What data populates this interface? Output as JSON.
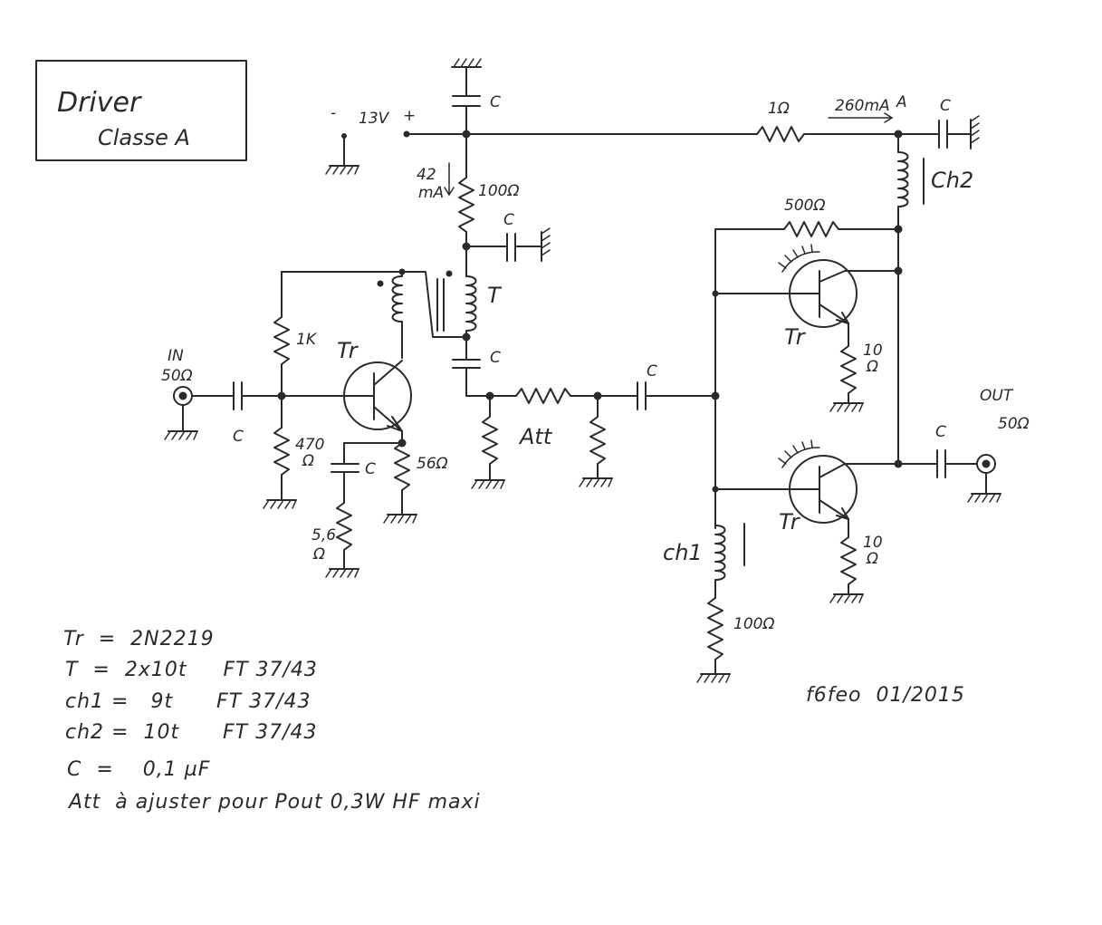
{
  "title": {
    "line1": "Driver",
    "line2": "Classe A"
  },
  "supply": {
    "minus": "-",
    "voltage": "13V",
    "plus": "+"
  },
  "labels": {
    "current_42": "42",
    "current_42_unit": "mA",
    "r_100_top": "100Ω",
    "r_1": "1Ω",
    "current_260": "260mA",
    "node_a": "A",
    "ch2": "Ch2",
    "r_500": "500Ω",
    "t": "T",
    "r_1k": "1K",
    "tr": "Tr",
    "in": "IN",
    "in_impedance": "50Ω",
    "r_470": "470",
    "r_470_unit": "Ω",
    "r_56": "56Ω",
    "r_5_6": "5,6",
    "r_5_6_unit": "Ω",
    "att": "Att",
    "r_10": "10",
    "r_10_unit": "Ω",
    "out": "OUT",
    "out_impedance": "50Ω",
    "ch1": "ch1",
    "r_100_bottom": "100Ω",
    "cap": "C"
  },
  "notes": [
    "Tr  =  2N2219",
    "T  =  2x10t     FT 37/43",
    "ch1 =   9t      FT 37/43",
    "ch2 =  10t      FT 37/43",
    "C  =    0,1 µF",
    "Att  à ajuster pour Pout 0,3W HF maxi"
  ],
  "signature": "f6feo  01/2015"
}
